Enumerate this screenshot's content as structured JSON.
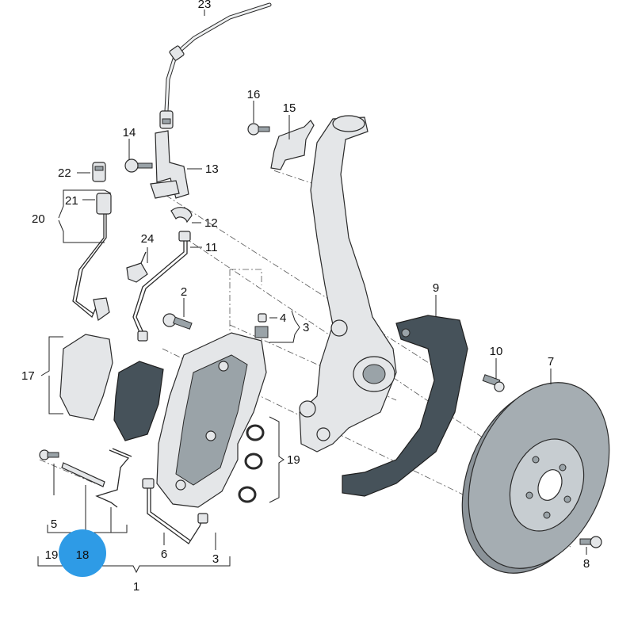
{
  "diagram": {
    "callouts": {
      "c23": "23",
      "c16": "16",
      "c15": "15",
      "c14": "14",
      "c13": "13",
      "c22": "22",
      "c21": "21",
      "c20": "20",
      "c12": "12",
      "c24": "24",
      "c11": "11",
      "c9": "9",
      "c2": "2",
      "c4": "4",
      "c3a": "3",
      "c10": "10",
      "c7": "7",
      "c17": "17",
      "c19a": "19",
      "c5": "5",
      "c6": "6",
      "c3b": "3",
      "c8": "8",
      "c19b": "19",
      "c18": "18",
      "c1": "1"
    },
    "highlight_color": "#2e9be6",
    "part_color": "#e4e6e8",
    "dark_part_color": "#46525a"
  }
}
